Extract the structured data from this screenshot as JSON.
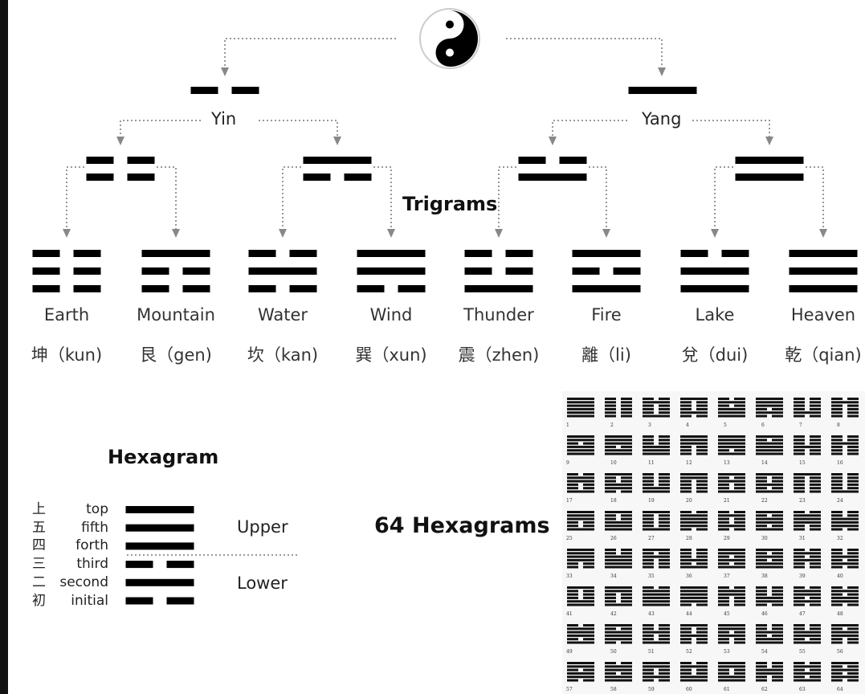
{
  "root": {
    "yin_label": "Yin",
    "yang_label": "Yang"
  },
  "trigrams_title": "Trigrams",
  "trigrams": [
    {
      "name": "Earth",
      "chinese": "坤（kun)",
      "lines": [
        0,
        0,
        0
      ]
    },
    {
      "name": "Mountain",
      "chinese": "艮（gen)",
      "lines": [
        1,
        0,
        0
      ]
    },
    {
      "name": "Water",
      "chinese": "坎（kan)",
      "lines": [
        0,
        1,
        0
      ]
    },
    {
      "name": "Wind",
      "chinese": "巽（xun)",
      "lines": [
        1,
        1,
        0
      ]
    },
    {
      "name": "Thunder",
      "chinese": "震（zhen)",
      "lines": [
        0,
        0,
        1
      ]
    },
    {
      "name": "Fire",
      "chinese": "離（li)",
      "lines": [
        1,
        0,
        1
      ]
    },
    {
      "name": "Lake",
      "chinese": "兌（dui)",
      "lines": [
        0,
        1,
        1
      ]
    },
    {
      "name": "Heaven",
      "chinese": "乾（qian)",
      "lines": [
        1,
        1,
        1
      ]
    }
  ],
  "hexagram": {
    "title": "Hexagram",
    "lines": [
      {
        "chinese": "上",
        "english": "top",
        "yang": true
      },
      {
        "chinese": "五",
        "english": "fifth",
        "yang": true
      },
      {
        "chinese": "四",
        "english": "forth",
        "yang": true
      },
      {
        "chinese": "三",
        "english": "third",
        "yang": false
      },
      {
        "chinese": "二",
        "english": "second",
        "yang": true
      },
      {
        "chinese": "初",
        "english": "initial",
        "yang": false
      }
    ],
    "upper_label": "Upper",
    "lower_label": "Lower"
  },
  "sixty_four_title": "64 Hexagrams",
  "hexagram_numbers": [
    "1",
    "2",
    "3",
    "4",
    "5",
    "6",
    "7",
    "8",
    "9",
    "10",
    "11",
    "12",
    "13",
    "14",
    "15",
    "16",
    "17",
    "18",
    "19",
    "20",
    "21",
    "22",
    "23",
    "24",
    "25",
    "26",
    "27",
    "28",
    "29",
    "30",
    "31",
    "32",
    "33",
    "34",
    "35",
    "36",
    "37",
    "38",
    "39",
    "40",
    "41",
    "42",
    "43",
    "44",
    "45",
    "46",
    "47",
    "48",
    "49",
    "50",
    "51",
    "52",
    "53",
    "54",
    "55",
    "56",
    "57",
    "58",
    "59",
    "60",
    "61",
    "62",
    "63",
    "64"
  ]
}
